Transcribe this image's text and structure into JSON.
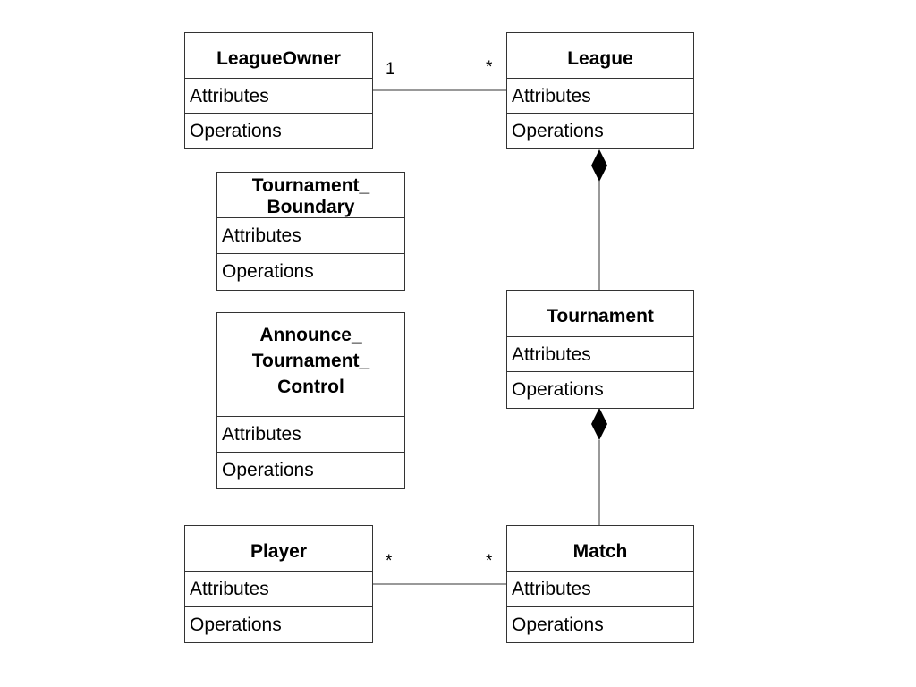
{
  "classes": {
    "league_owner": {
      "name": [
        "LeagueOwner"
      ],
      "attributes": "Attributes",
      "operations": "Operations"
    },
    "league": {
      "name": [
        "League"
      ],
      "attributes": "Attributes",
      "operations": "Operations"
    },
    "tournament_boundary": {
      "name": [
        "Tournament_",
        "Boundary"
      ],
      "attributes": "Attributes",
      "operations": "Operations"
    },
    "announce_tournament_control": {
      "name": [
        "Announce_",
        "Tournament_",
        "Control"
      ],
      "attributes": "Attributes",
      "operations": "Operations"
    },
    "tournament": {
      "name": [
        "Tournament"
      ],
      "attributes": "Attributes",
      "operations": "Operations"
    },
    "player": {
      "name": [
        "Player"
      ],
      "attributes": "Attributes",
      "operations": "Operations"
    },
    "match": {
      "name": [
        "Match"
      ],
      "attributes": "Attributes",
      "operations": "Operations"
    }
  },
  "associations": {
    "owner_league": {
      "from": "league_owner",
      "to": "league",
      "from_multiplicity": "1",
      "to_multiplicity": "*",
      "kind": "association"
    },
    "league_tournament": {
      "whole": "league",
      "part": "tournament",
      "kind": "composition"
    },
    "tournament_match": {
      "whole": "tournament",
      "part": "match",
      "kind": "composition"
    },
    "player_match": {
      "from": "player",
      "to": "match",
      "from_multiplicity": "*",
      "to_multiplicity": "*",
      "kind": "association"
    }
  },
  "colors": {
    "line": "#333333",
    "diamond": "#000000",
    "background": "#ffffff"
  }
}
